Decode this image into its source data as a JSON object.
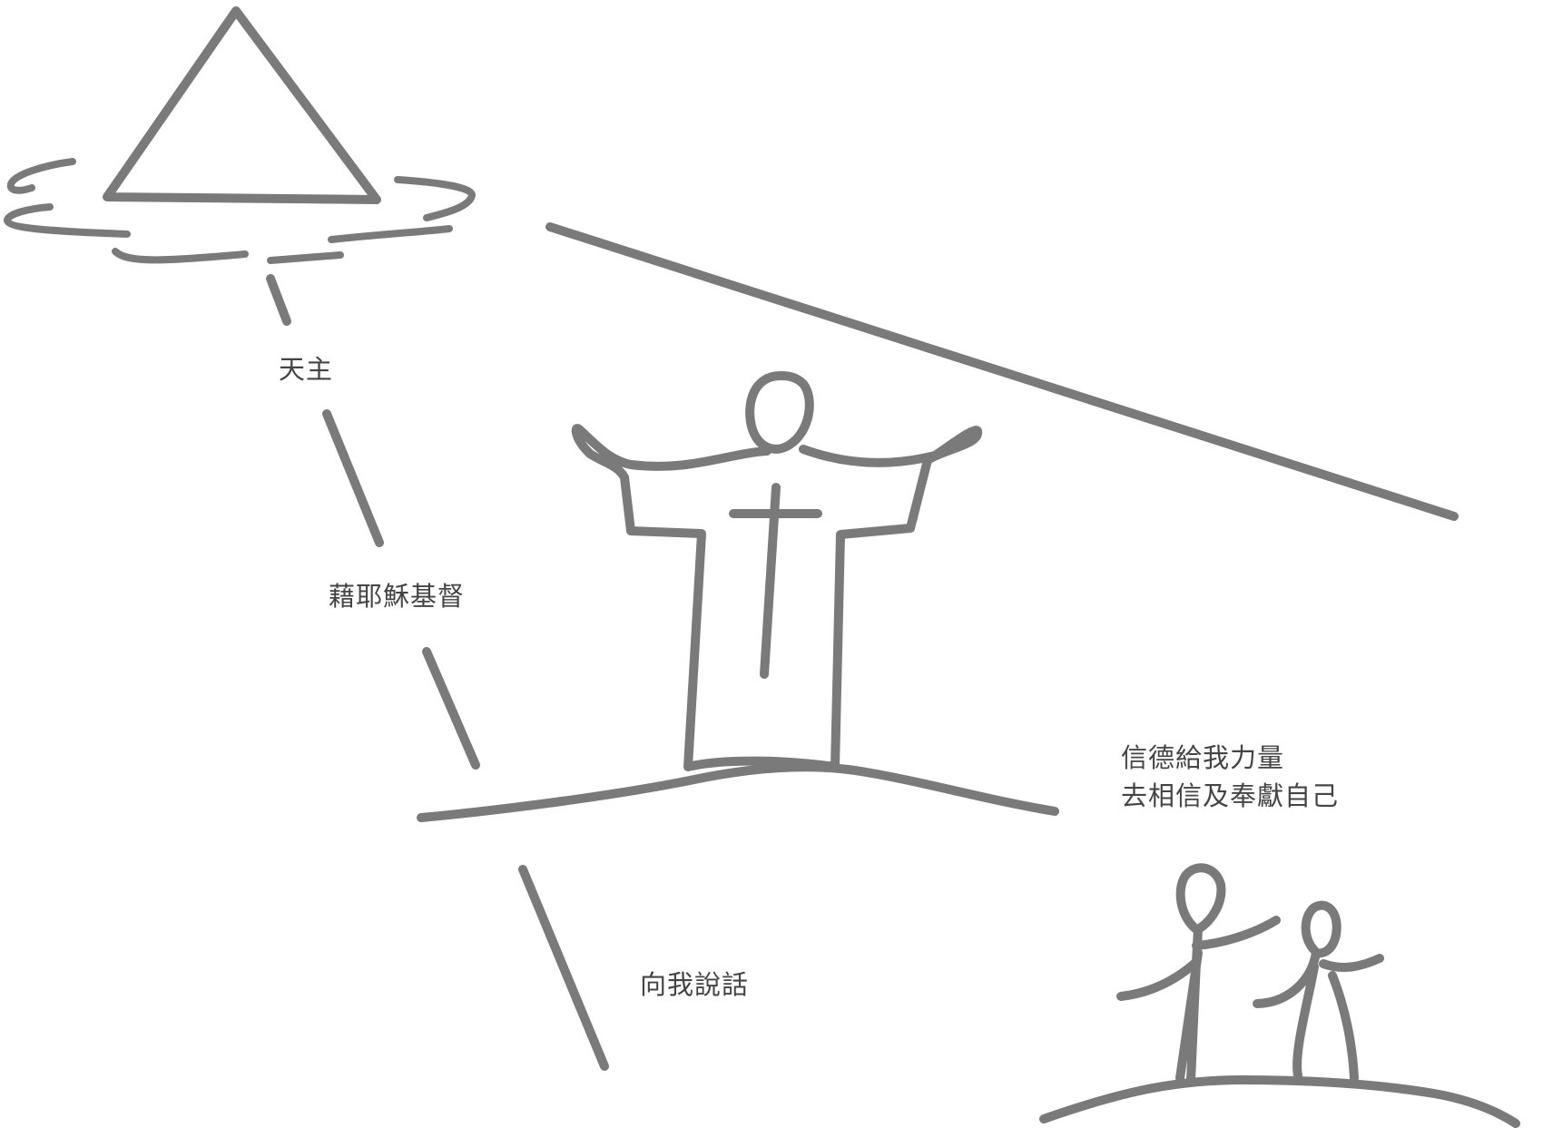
{
  "labels": {
    "god": "天主",
    "through_jesus": "藉耶穌基督",
    "speaks_to_me": "向我說話",
    "faith_line_1": "信德給我力量",
    "faith_line_2": "去相信及奉獻自己"
  },
  "colors": {
    "stroke": "#7a7a7a",
    "text": "#444444",
    "background": "#ffffff"
  }
}
